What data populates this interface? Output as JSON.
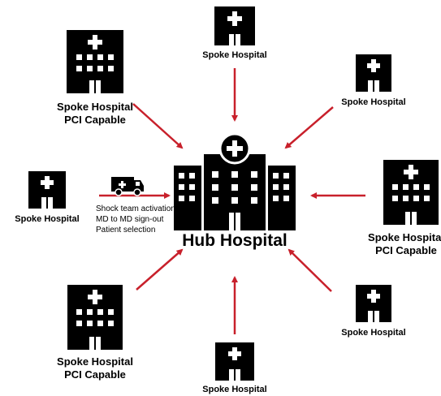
{
  "hub": {
    "label": "Hub Hospital"
  },
  "spokes": [
    {
      "id": "top",
      "label": "Spoke Hospital"
    },
    {
      "id": "top-right",
      "label": "Spoke Hospital"
    },
    {
      "id": "top-left",
      "line1": "Spoke Hospital",
      "line2": "PCI Capable"
    },
    {
      "id": "left",
      "label": "Spoke Hospital"
    },
    {
      "id": "right",
      "line1": "Spoke Hospital",
      "line2": "PCI Capable"
    },
    {
      "id": "bottom-left",
      "line1": "Spoke Hospital",
      "line2": "PCI Capable"
    },
    {
      "id": "bottom-right",
      "label": "Spoke Hospital"
    },
    {
      "id": "bottom",
      "label": "Spoke Hospital"
    }
  ],
  "transfer_notes": [
    "Shock team activation",
    "MD to MD sign-out",
    "Patient selection"
  ],
  "colors": {
    "arrow": "#c8202b",
    "building": "#000000",
    "window": "#ffffff"
  },
  "icons": {
    "building": "hospital-building-icon",
    "ambulance": "ambulance-icon"
  }
}
